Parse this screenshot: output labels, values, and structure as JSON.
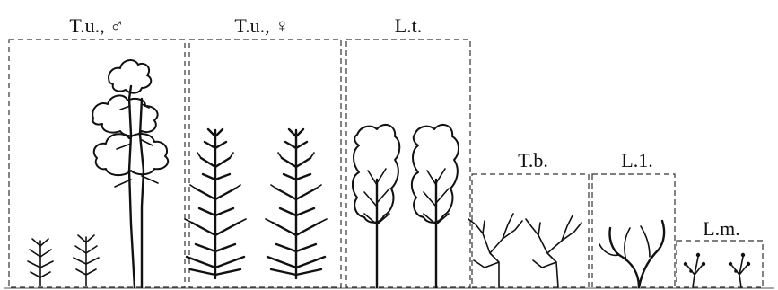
{
  "groups": [
    {
      "key": "tu_m",
      "label": "T.u., ♂"
    },
    {
      "key": "tu_f",
      "label": "T.u., ♀"
    },
    {
      "key": "lt",
      "label": "L.t."
    },
    {
      "key": "tb",
      "label": "T.b."
    },
    {
      "key": "l1",
      "label": "L.1."
    },
    {
      "key": "lm",
      "label": "L.m."
    }
  ],
  "colors": {
    "line": "#111111",
    "frame": "#333333",
    "background": "#ffffff"
  }
}
